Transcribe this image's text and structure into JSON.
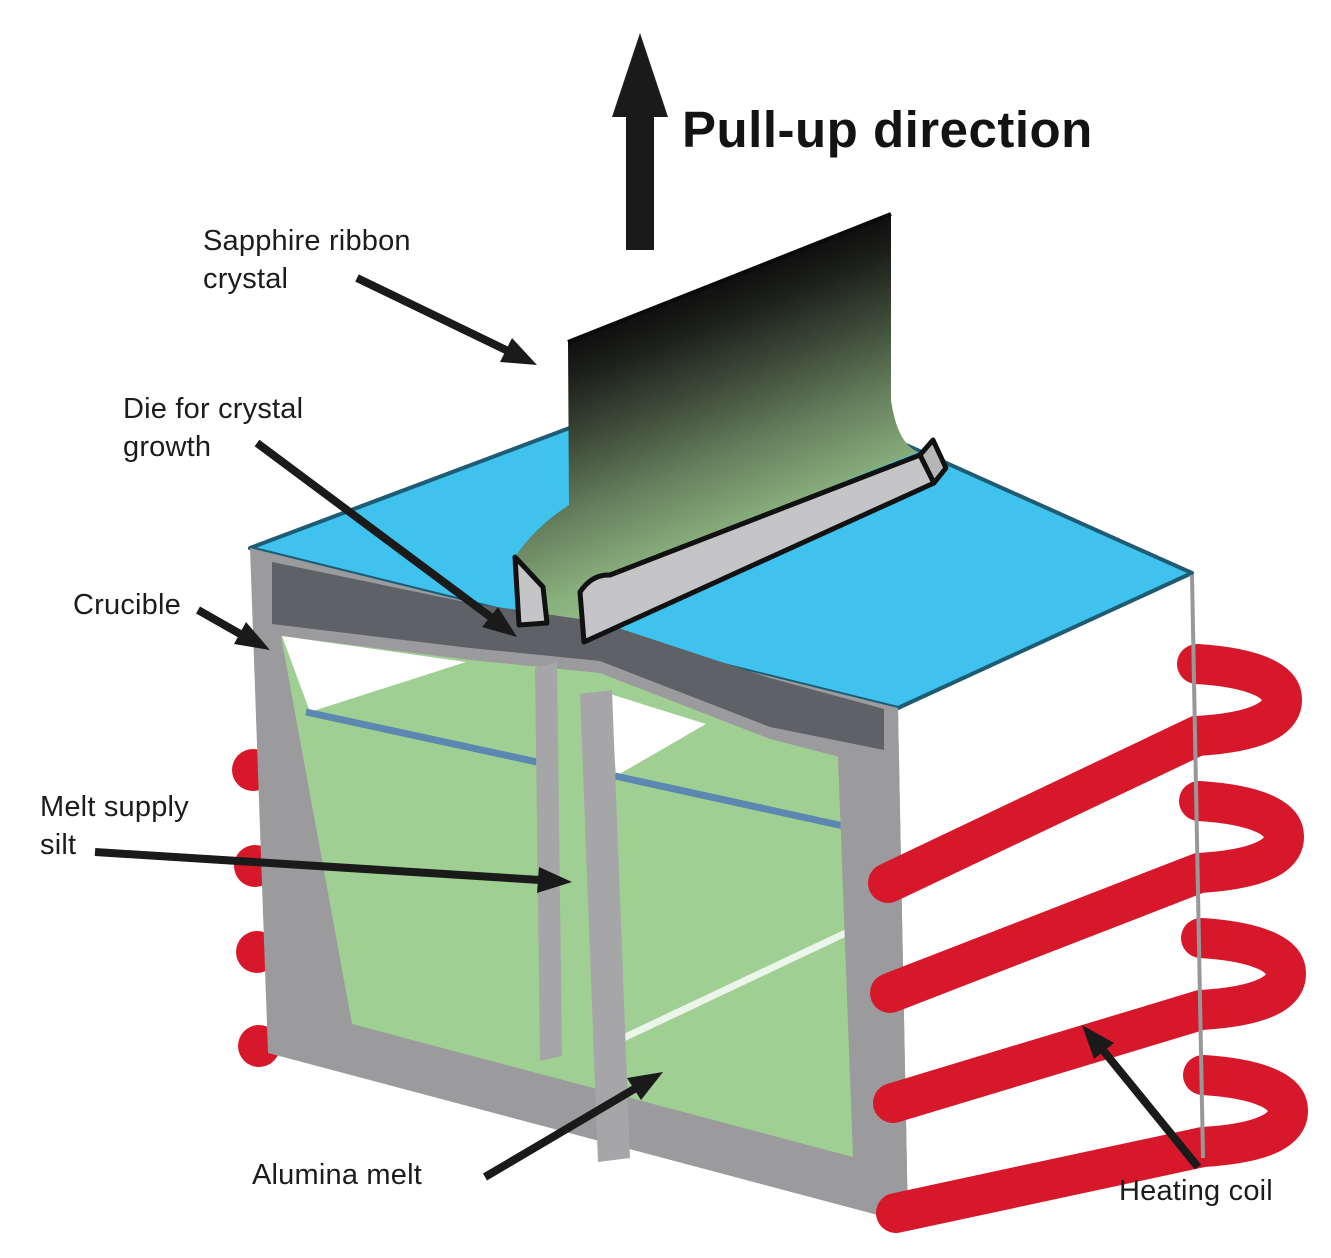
{
  "title": {
    "text": "Pull-up direction"
  },
  "labels": {
    "sapphire": "Sapphire ribbon\ncrystal",
    "die": "Die for crystal\ngrowth",
    "crucible": "Crucible",
    "melt_supply": "Melt supply\nsilt",
    "alumina": "Alumina melt",
    "heating": "Heating coil"
  },
  "icons": {
    "pull_up_arrow": "up-arrow",
    "leader_arrows": "pointer-arrow"
  },
  "colors": {
    "surface_blue": "#3fc2ee",
    "surface_blue_edge": "#1d5c73",
    "melt_green": "#9fcf92",
    "crystal_green": "#a7d499",
    "crucible_gray": "#9b9b9e",
    "slit_gray": "#a6a6a9",
    "band_dark_gray": "#5e6165",
    "die_gray": "#c5c5c8",
    "coil_red": "#d7182b",
    "melt_line_blue": "#5c87b0",
    "arrow_black": "#1a1a1a"
  }
}
